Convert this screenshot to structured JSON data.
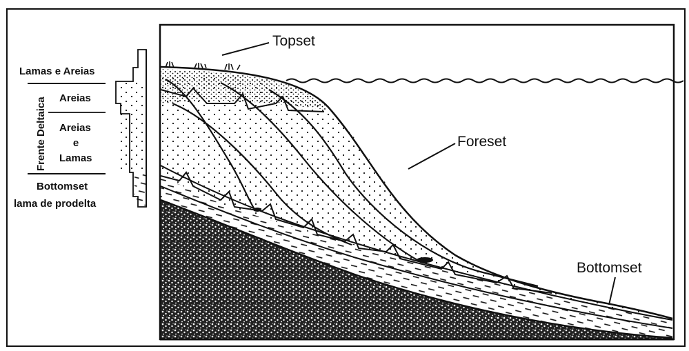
{
  "labels": {
    "topset": "Topset",
    "foreset": "Foreset",
    "bottomset": "Bottomset"
  },
  "column": {
    "top_unit": "Lamas e Areias",
    "group_label": "Frente Deltaica",
    "areias": "Areias",
    "areias_e_lamas": [
      "Areias",
      "e",
      "Lamas"
    ],
    "bottomset_line1": "Bottomset",
    "bottomset_line2": "lama de prodelta"
  },
  "colors": {
    "ink": "#111111",
    "paper": "#ffffff"
  }
}
